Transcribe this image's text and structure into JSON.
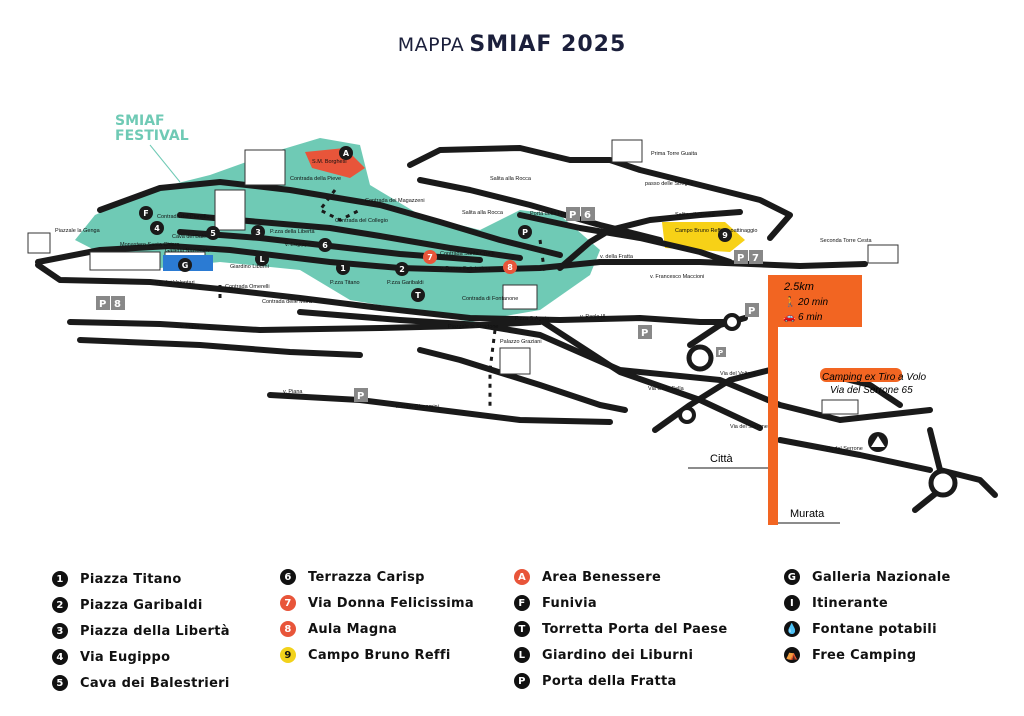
{
  "header": {
    "title_light": "MAPPA",
    "title_bold": "SMIAF 2025"
  },
  "map": {
    "festival_label_1": "SMIAF",
    "festival_label_2": "FESTIVAL",
    "colors": {
      "festival_area": "#6fcab5",
      "road": "#1a1a1a",
      "orange": "#f26522",
      "yellow": "#f7d117",
      "red_area": "#e8553a"
    },
    "labels": {
      "piazzale_genga": "Piazzale la Genga",
      "monastero": "Monastero Santa Chiara",
      "galleria": "Galleria Nazionale",
      "cava": "Cava dei Balestrieri",
      "giardino": "Giardino Liburni",
      "contrada_pianello": "Contrada del Pianello",
      "contrada_pieve": "Contrada della Pieve",
      "contrada_magazzeni": "Contrada dei Magazzeni",
      "contrada_collegio": "Contrada del Collegio",
      "piazza_liberta": "P.zza della Libertà",
      "via_eugippo": "v. Eugippo",
      "piazza_titano": "P.zza Titano",
      "piazza_garibaldi": "P.zza Garibaldi",
      "contrada_omerelli": "Contrada Omerelli",
      "contrada_mura": "Contrada delle Mura",
      "via_volontari": "Via dei Volontari",
      "via_piana": "v. Piana",
      "via_piana2": "v. Piana",
      "via_gino": "V. Gino Giacomini",
      "contrada_santa_croce": "Contrada Santa Croce",
      "via_donna": "v. Donna Felicissima",
      "contrada_fontanone": "Contrada di Fontanone",
      "piazza_agata": "P.zza S.Agata",
      "piazzale_stradone": "Piazzale lo Stradone",
      "palazzo_graziani": "Palazzo Graziani",
      "salita_rocca": "Salita alla Rocca",
      "salita_rocca2": "Salita alla Rocca",
      "porta_fratta": "Porta della Fratta",
      "prima_torre": "Prima Torre Guaita",
      "passo_streghe": "passo delle Streghe",
      "salita_cesta": "Salita alla Cesta",
      "via_fratta": "v. della Fratta",
      "via_maccioni": "v. Francesco Maccioni",
      "seconda_torre": "Seconda Torre Cesta",
      "campo_reffi": "Campo Bruno Reffi ex pattinaggio",
      "sm_borghesi": "S.M. Borghesi",
      "via_paolo": "v. Paolo III",
      "via_ventotto": "Via del Voltone",
      "via_celle": "Via Celle Bella",
      "via_serrone": "Via del Serrone",
      "via_serrone2": "Via del Serrone",
      "citta": "Città",
      "murata": "Murata",
      "distance": "2.5km",
      "walk_time": "20 min",
      "car_time": "6 min",
      "camping_line1": "Camping ex Tiro a Volo",
      "camping_line2": "Via del Serrone 65"
    },
    "markers": {
      "a": "A",
      "f": "F",
      "g": "G",
      "l": "L",
      "t": "T",
      "p": "P",
      "n1": "1",
      "n2": "2",
      "n3": "3",
      "n4": "4",
      "n5": "5",
      "n6": "6",
      "n7": "7",
      "n8": "8",
      "n9": "9"
    },
    "parking": {
      "p8": "P",
      "p8n": "8",
      "p6": "P",
      "p6n": "6",
      "p7": "P",
      "p7n": "7",
      "pa": "P",
      "pb": "P",
      "pc": "P",
      "pd": "P",
      "pe": "P"
    }
  },
  "legend": {
    "col1": [
      {
        "icon": "1",
        "label": "Piazza Titano"
      },
      {
        "icon": "2",
        "label": "Piazza Garibaldi"
      },
      {
        "icon": "3",
        "label": "Piazza della Libertà"
      },
      {
        "icon": "4",
        "label": "Via Eugippo"
      },
      {
        "icon": "5",
        "label": "Cava dei Balestrieri"
      }
    ],
    "col2": [
      {
        "icon": "6",
        "label": "Terrazza Carisp"
      },
      {
        "icon": "7",
        "label": "Via Donna Felicissima"
      },
      {
        "icon": "8",
        "label": "Aula Magna"
      },
      {
        "icon": "9",
        "label": "Campo Bruno Reffi"
      }
    ],
    "col3": [
      {
        "icon": "A",
        "label": "Area Benessere"
      },
      {
        "icon": "F",
        "label": "Funivia"
      },
      {
        "icon": "T",
        "label": "Torretta Porta del Paese"
      },
      {
        "icon": "L",
        "label": "Giardino dei Liburni"
      },
      {
        "icon": "P",
        "label": "Porta della Fratta"
      }
    ],
    "col4": [
      {
        "icon": "G",
        "label": "Galleria Nazionale"
      },
      {
        "icon": "I",
        "label": "Itinerante"
      },
      {
        "icon": "drop-icon",
        "label": "Fontane potabili"
      },
      {
        "icon": "tent-icon",
        "label": "Free Camping"
      }
    ]
  }
}
